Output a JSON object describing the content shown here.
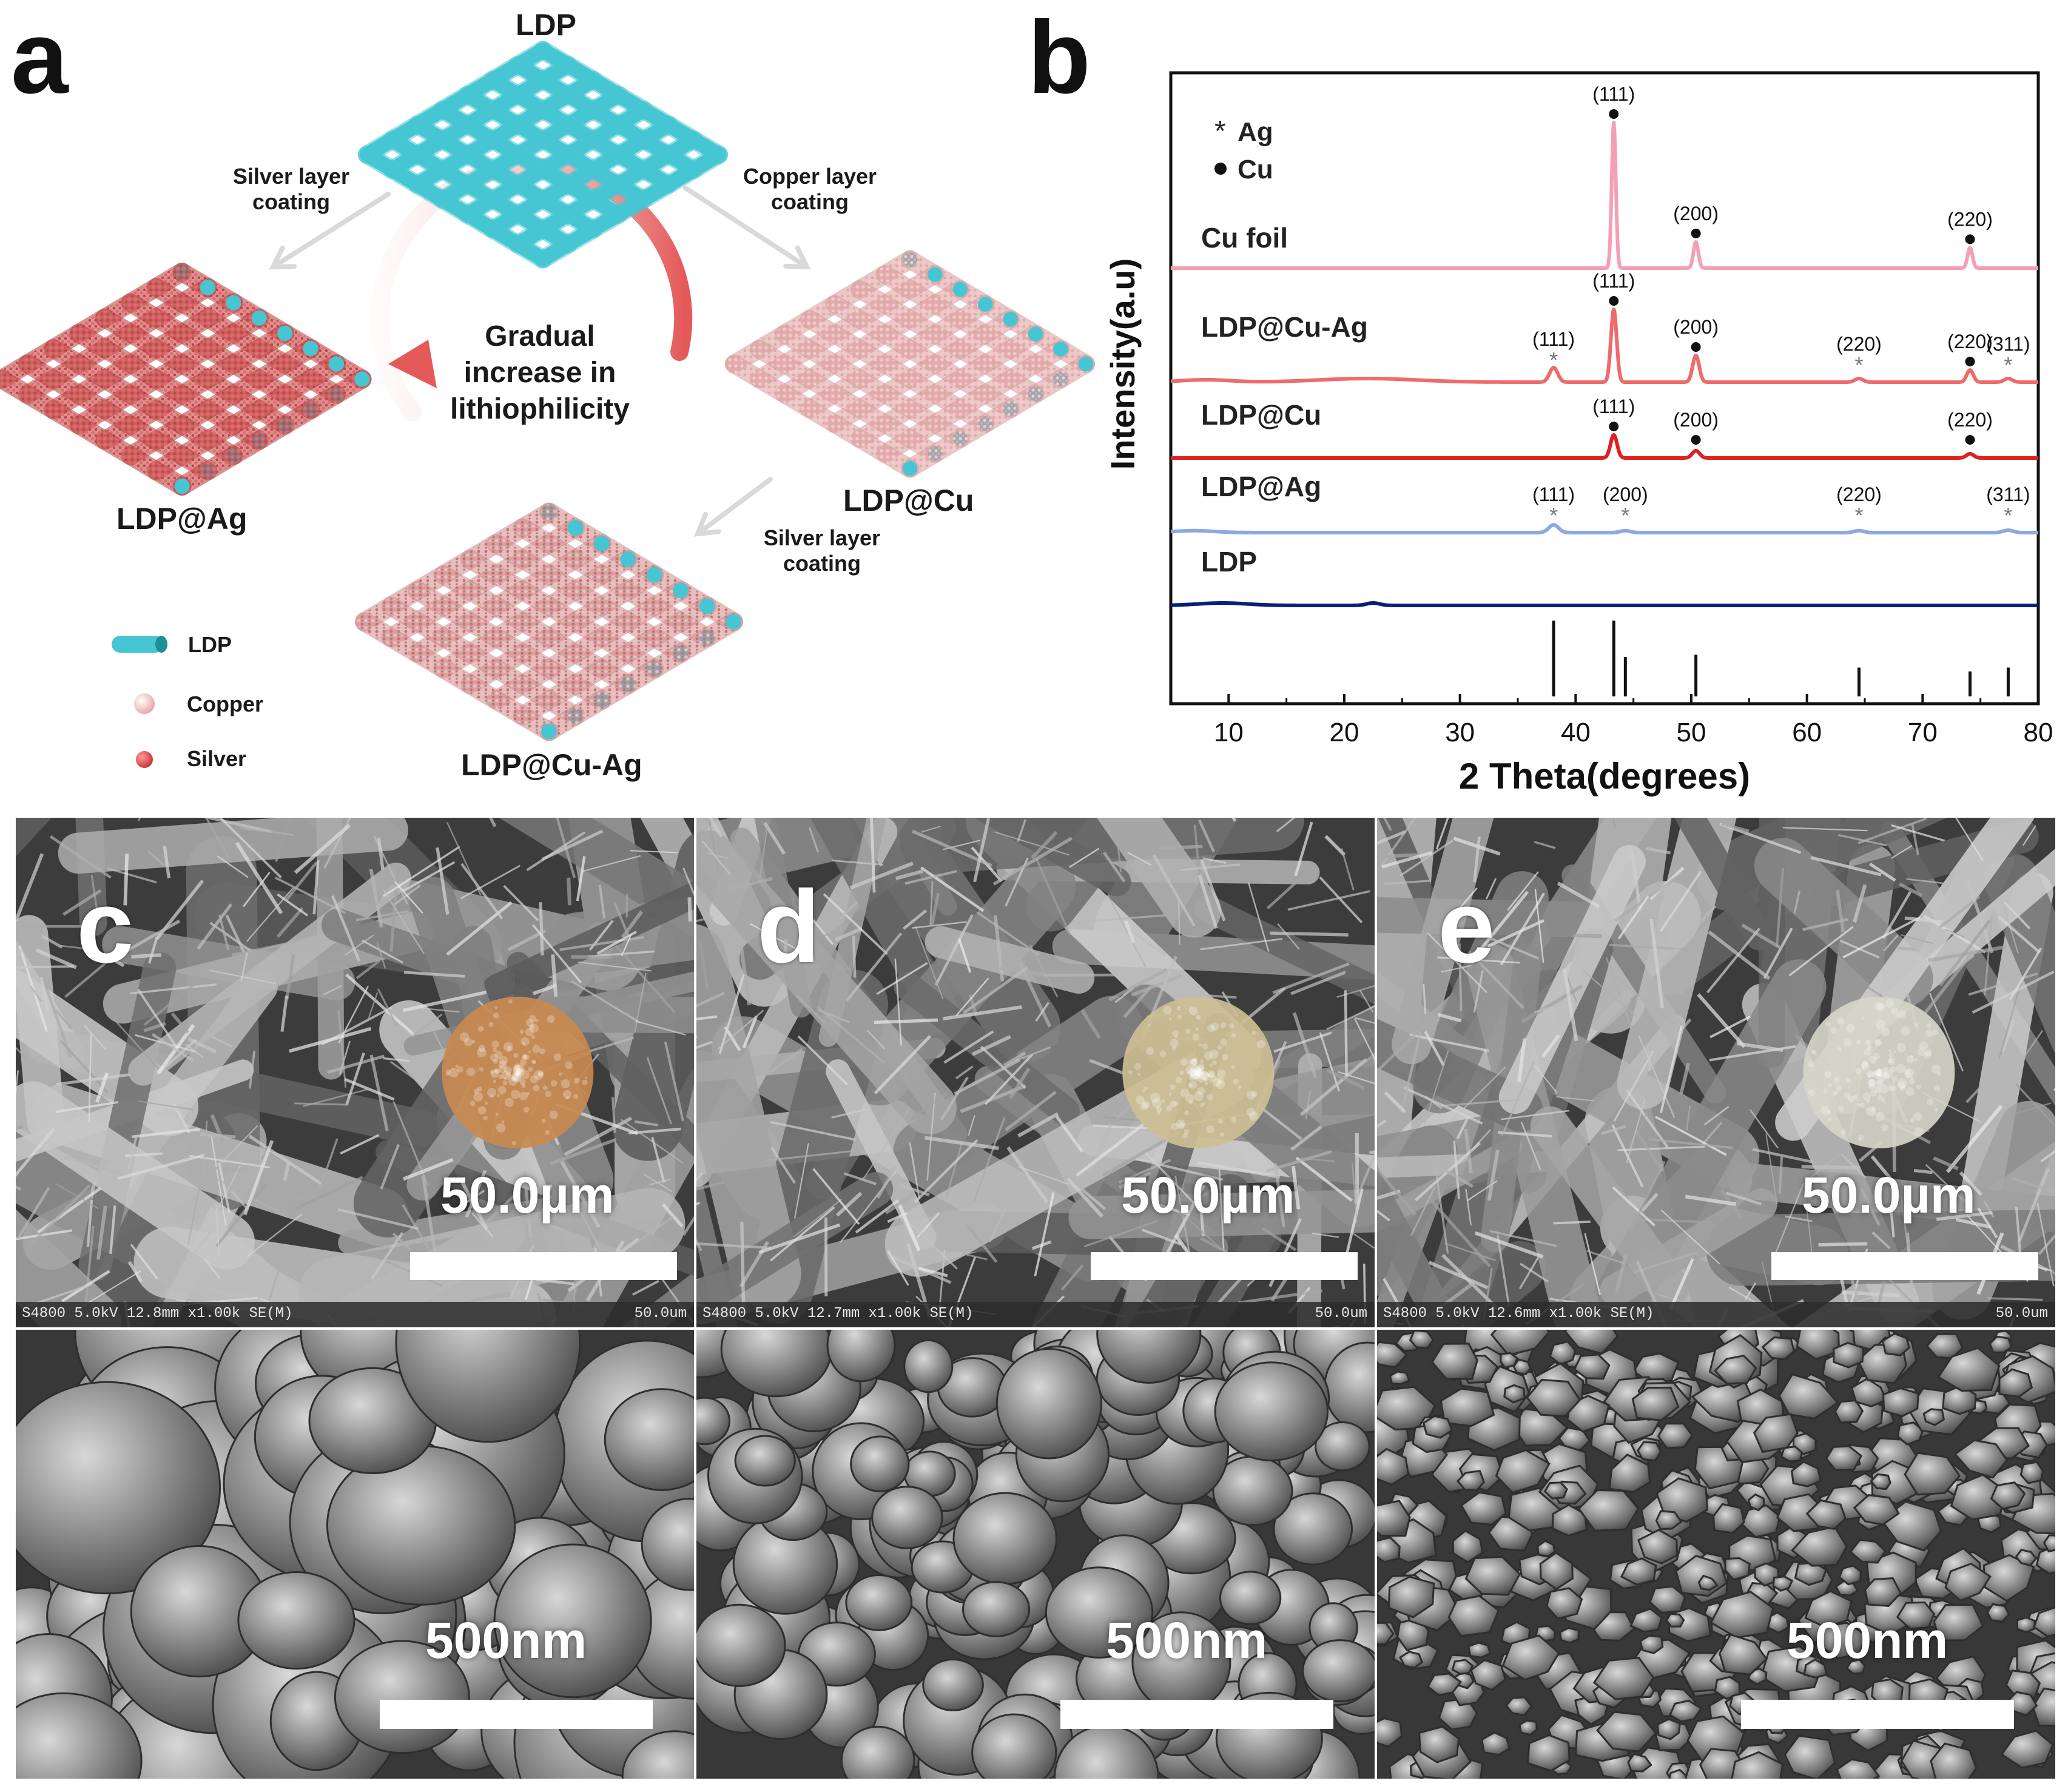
{
  "panel_a": {
    "letter": "a",
    "top_label": "LDP",
    "left_arrow_label_line1": "Silver layer",
    "left_arrow_label_line2": "coating",
    "right_arrow_label_line1": "Copper layer",
    "right_arrow_label_line2": "coating",
    "bottom_arrow_label_line1": "Silver layer",
    "bottom_arrow_label_line2": "coating",
    "center_line1": "Gradual",
    "center_line2": "increase in",
    "center_line3": "lithiophilicity",
    "label_ag": "LDP@Ag",
    "label_cu": "LDP@Cu",
    "label_cuag": "LDP@Cu-Ag",
    "legend": [
      {
        "label": "LDP",
        "icon": "ldp-fiber-icon",
        "color": "#3fc4cf"
      },
      {
        "label": "Copper",
        "icon": "copper-sphere-icon",
        "color": "#f2b8b8"
      },
      {
        "label": "Silver",
        "icon": "silver-sphere-icon",
        "color": "#e05555"
      }
    ],
    "colors": {
      "ldp": "#46c6d2",
      "ag": "#e25a5a",
      "cu": "#f0b2b2",
      "cuag": "#eaa0a0"
    }
  },
  "panel_b": {
    "letter": "b",
    "legend_ag": "Ag",
    "legend_cu": "Cu"
  },
  "chart_data": {
    "type": "line",
    "xlabel": "2 Theta(degrees)",
    "ylabel": "Intensity(a.u)",
    "xlim": [
      5,
      80
    ],
    "xticks": [
      10,
      20,
      30,
      40,
      50,
      60,
      70,
      80
    ],
    "series": [
      {
        "name": "Cu foil",
        "color": "#f4a0b4",
        "peaks": [
          {
            "x": 43.3,
            "h": 1.0,
            "w": 0.25,
            "label": "(111)",
            "marker": "Cu"
          },
          {
            "x": 50.4,
            "h": 0.18,
            "w": 0.3,
            "label": "(200)",
            "marker": "Cu"
          },
          {
            "x": 74.1,
            "h": 0.14,
            "w": 0.3,
            "label": "(220)",
            "marker": "Cu"
          }
        ]
      },
      {
        "name": "LDP@Cu-Ag",
        "color": "#ef6a6a",
        "peaks": [
          {
            "x": 38.1,
            "h": 0.12,
            "w": 0.5,
            "label": "(111)",
            "marker": "Ag"
          },
          {
            "x": 43.3,
            "h": 0.6,
            "w": 0.35,
            "label": "(111)",
            "marker": "Cu"
          },
          {
            "x": 50.4,
            "h": 0.22,
            "w": 0.4,
            "label": "(200)",
            "marker": "Cu"
          },
          {
            "x": 64.5,
            "h": 0.03,
            "w": 0.5,
            "label": "(220)",
            "marker": "Ag"
          },
          {
            "x": 74.1,
            "h": 0.1,
            "w": 0.4,
            "label": "(220)",
            "marker": "Cu"
          },
          {
            "x": 77.4,
            "h": 0.03,
            "w": 0.5,
            "label": "(311)",
            "marker": "Ag"
          }
        ]
      },
      {
        "name": "LDP@Cu",
        "color": "#e02020",
        "peaks": [
          {
            "x": 43.3,
            "h": 0.38,
            "w": 0.4,
            "label": "(111)",
            "marker": "Cu"
          },
          {
            "x": 50.4,
            "h": 0.12,
            "w": 0.45,
            "label": "(200)",
            "marker": "Cu"
          },
          {
            "x": 74.1,
            "h": 0.07,
            "w": 0.45,
            "label": "(220)",
            "marker": "Cu"
          }
        ]
      },
      {
        "name": "LDP@Ag",
        "color": "#8ea8e0",
        "peaks": [
          {
            "x": 38.1,
            "h": 0.16,
            "w": 0.6,
            "label": "(111)",
            "marker": "Ag"
          },
          {
            "x": 44.3,
            "h": 0.04,
            "w": 0.6,
            "label": "(200)",
            "marker": "Ag"
          },
          {
            "x": 64.5,
            "h": 0.04,
            "w": 0.6,
            "label": "(220)",
            "marker": "Ag"
          },
          {
            "x": 77.4,
            "h": 0.05,
            "w": 0.6,
            "label": "(311)",
            "marker": "Ag"
          }
        ]
      },
      {
        "name": "LDP",
        "color": "#0a1f7a",
        "peaks": [
          {
            "x": 9.5,
            "h": 0.08,
            "w": 3.0,
            "label": "",
            "marker": ""
          },
          {
            "x": 22.5,
            "h": 0.08,
            "w": 0.8,
            "label": "",
            "marker": ""
          }
        ]
      }
    ],
    "reference_lines": [
      {
        "x": 38.1,
        "h": 1.0
      },
      {
        "x": 43.3,
        "h": 1.0
      },
      {
        "x": 44.3,
        "h": 0.52
      },
      {
        "x": 50.4,
        "h": 0.55
      },
      {
        "x": 64.5,
        "h": 0.38
      },
      {
        "x": 74.1,
        "h": 0.33
      },
      {
        "x": 77.4,
        "h": 0.38
      }
    ]
  },
  "sem": [
    {
      "letter": "c",
      "scale_top": "50.0µm",
      "scale_bottom": "500nm",
      "info": "S4800 5.0kV 12.8mm x1.00k SE(M)",
      "info_right": "50.0um",
      "disc_color": "#c98a50",
      "fine_tone": "#8c8c8c"
    },
    {
      "letter": "d",
      "scale_top": "50.0µm",
      "scale_bottom": "500nm",
      "info": "S4800 5.0kV 12.7mm x1.00k SE(M)",
      "info_right": "50.0um",
      "disc_color": "#cdbf95",
      "fine_tone": "#858585"
    },
    {
      "letter": "e",
      "scale_top": "50.0µm",
      "scale_bottom": "500nm",
      "info": "S4800 5.0kV 12.6mm x1.00k SE(M)",
      "info_right": "50.0um",
      "disc_color": "#d6d5c8",
      "fine_tone": "#7e7e7e"
    }
  ]
}
